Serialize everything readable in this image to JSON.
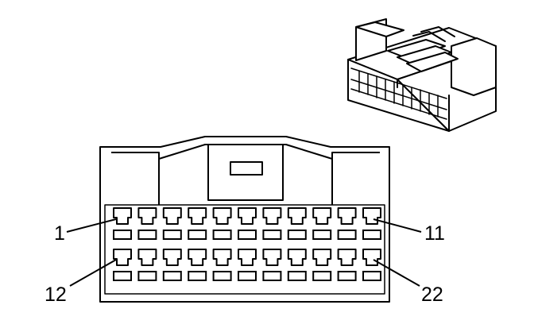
{
  "pin_labels": {
    "top_left": "1",
    "top_right": "11",
    "bottom_left": "12",
    "bottom_right": "22"
  },
  "pins_per_row": 11,
  "rows": 2,
  "colors": {
    "stroke": "#000000",
    "background": "#ffffff"
  }
}
